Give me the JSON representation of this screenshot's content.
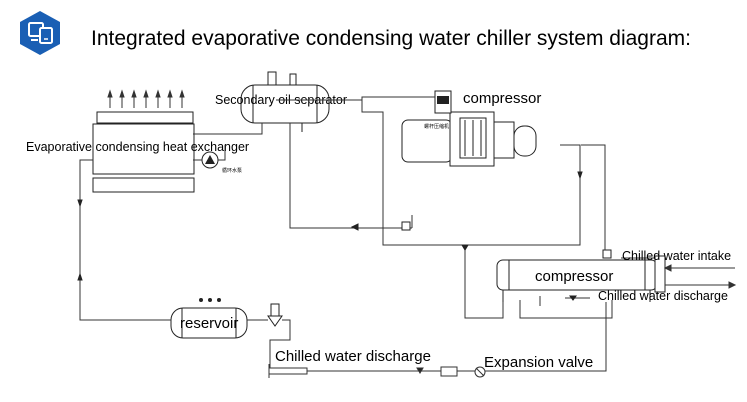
{
  "title": "Integrated evaporative condensing water chiller system diagram:",
  "icon": "diagram-badge-icon",
  "labels": {
    "secondary_oil_separator": "Secondary oil separator",
    "compressor_top": "compressor",
    "evaporative_heat_exchanger": "Evaporative condensing heat exchanger",
    "chilled_water_intake": "Chilled water intake",
    "compressor_evaporator": "compressor",
    "chilled_water_discharge_right": "Chilled water discharge",
    "reservoir": "reservoir",
    "chilled_water_discharge_bottom": "Chilled water discharge",
    "expansion_valve": "Expansion valve"
  },
  "colors": {
    "badge": "#1a5fb4",
    "line": "#333333"
  }
}
